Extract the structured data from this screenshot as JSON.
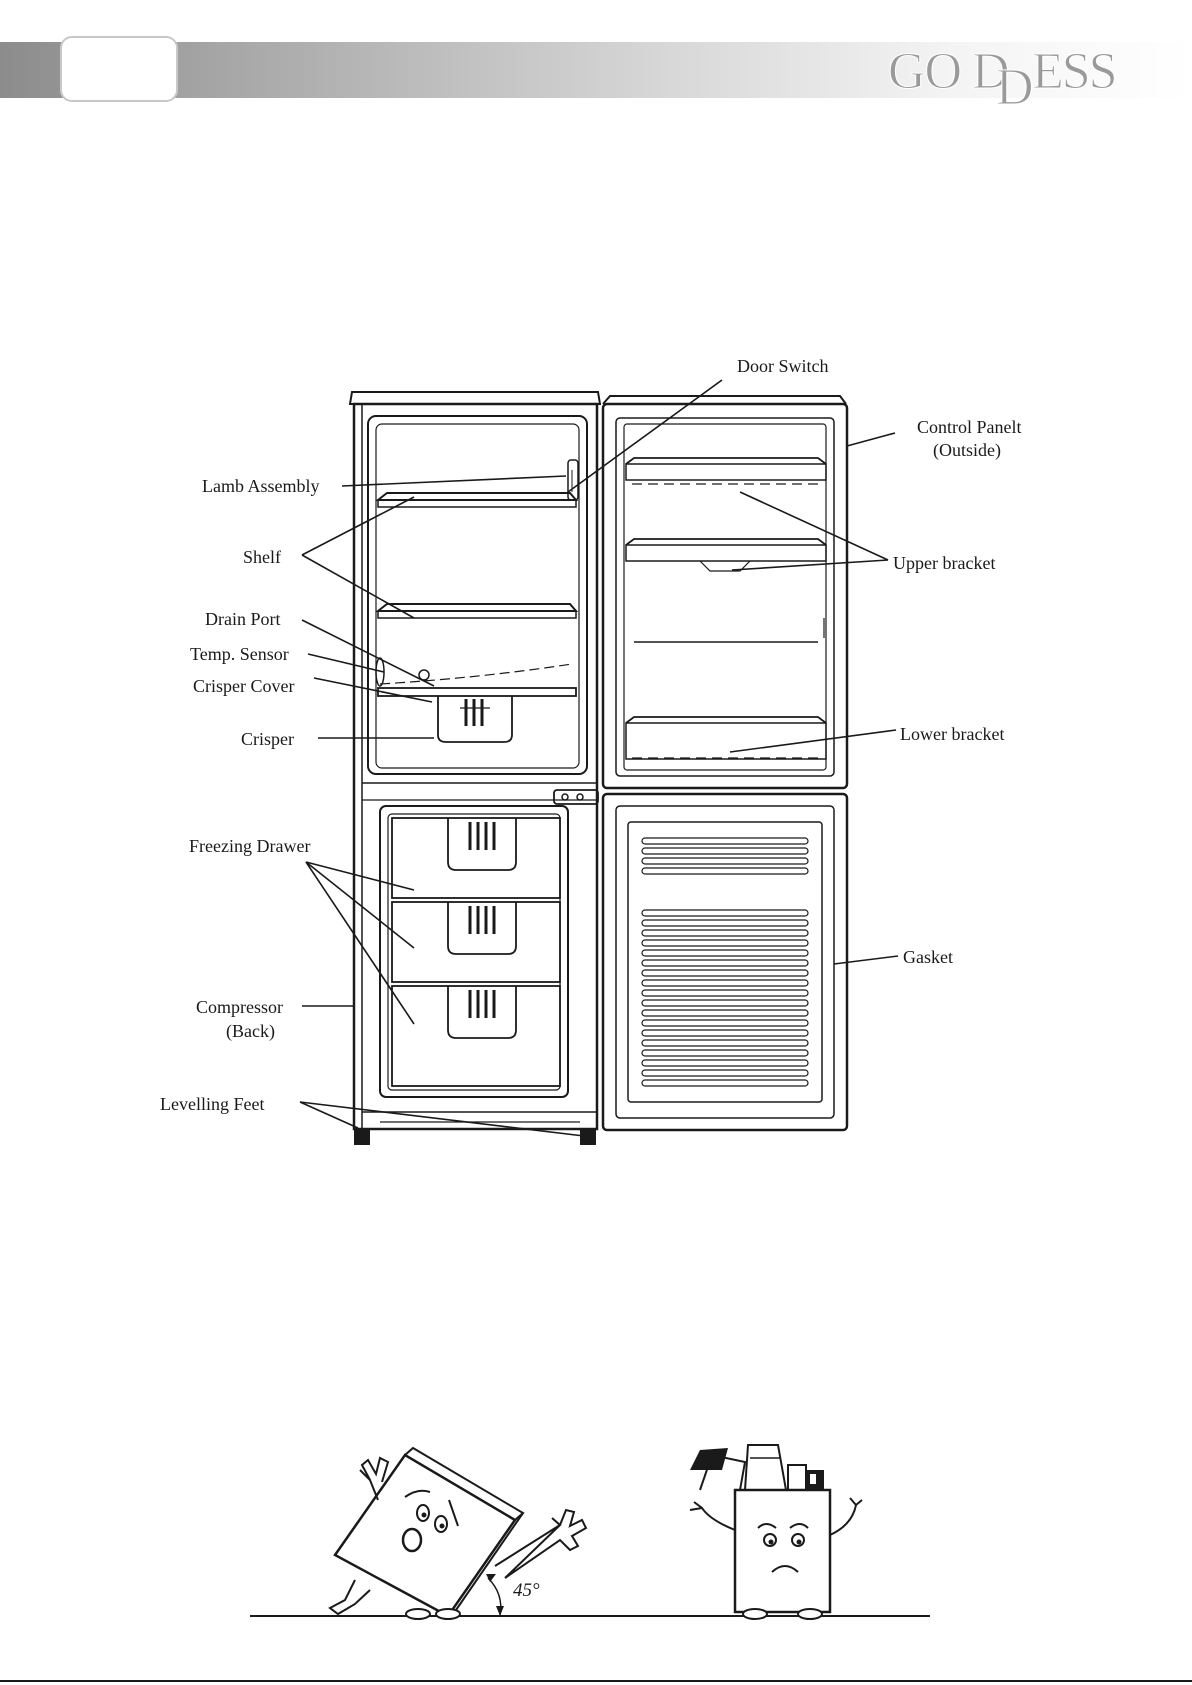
{
  "header": {
    "brand": "GODDESS"
  },
  "diagram": {
    "labels": {
      "door_switch": "Door Switch",
      "control_panel_1": "Control Panelt",
      "control_panel_2": "(Outside)",
      "lamb_assembly": "Lamb Assembly",
      "shelf": "Shelf",
      "upper_bracket": "Upper bracket",
      "drain_port": "Drain Port",
      "temp_sensor": "Temp. Sensor",
      "crisper_cover": "Crisper Cover",
      "crisper": "Crisper",
      "lower_bracket": "Lower bracket",
      "freezing_drawer": "Freezing Drawer",
      "gasket": "Gasket",
      "compressor_1": "Compressor",
      "compressor_2": "(Back)",
      "levelling_feet": "Levelling Feet"
    }
  },
  "illustration": {
    "angle_label": "45°"
  },
  "colors": {
    "ink": "#1a1a1a",
    "header_dark": "#8c8c8c",
    "header_light": "#ffffff",
    "logo": "#9a9a9a"
  }
}
